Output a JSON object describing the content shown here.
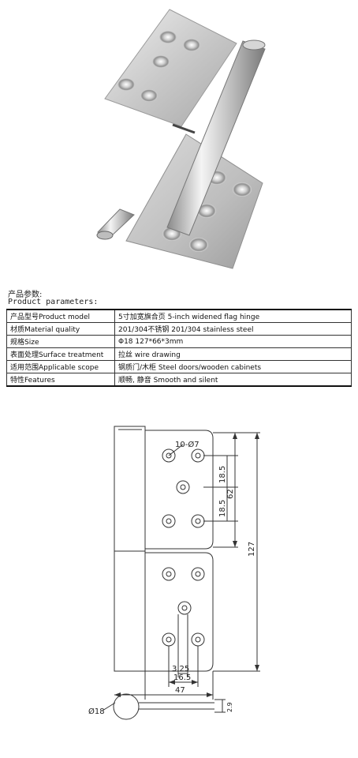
{
  "params": {
    "heading_cn": "产品参数:",
    "heading_en": "Product parameters:",
    "rows": [
      {
        "key": "产品型号Product model",
        "value": "5寸加宽旗合页 5-inch widened flag hinge"
      },
      {
        "key": "材质Material quality",
        "value": "201/304不锈钢 201/304 stainless steel"
      },
      {
        "key": "规格Size",
        "value": "Φ18  127*66*3mm"
      },
      {
        "key": "表面处理Surface treatment",
        "value": "拉丝 wire drawing"
      },
      {
        "key": "适用范围Applicable scope",
        "value": "钢质门/木柜 Steel doors/wooden cabinets"
      },
      {
        "key": "特性Features",
        "value": "顺畅, 静音 Smooth and silent"
      }
    ]
  },
  "drawing": {
    "holes_label": "10-Ø7",
    "dim_18_5_top": "18.5",
    "dim_18_5_bottom": "18.5",
    "dim_62": "62",
    "dim_127": "127",
    "dim_3_25": "3.25",
    "dim_16_5": "16.5",
    "dim_47": "47",
    "dim_2_9": "2.9",
    "dim_d18": "Ø18"
  }
}
